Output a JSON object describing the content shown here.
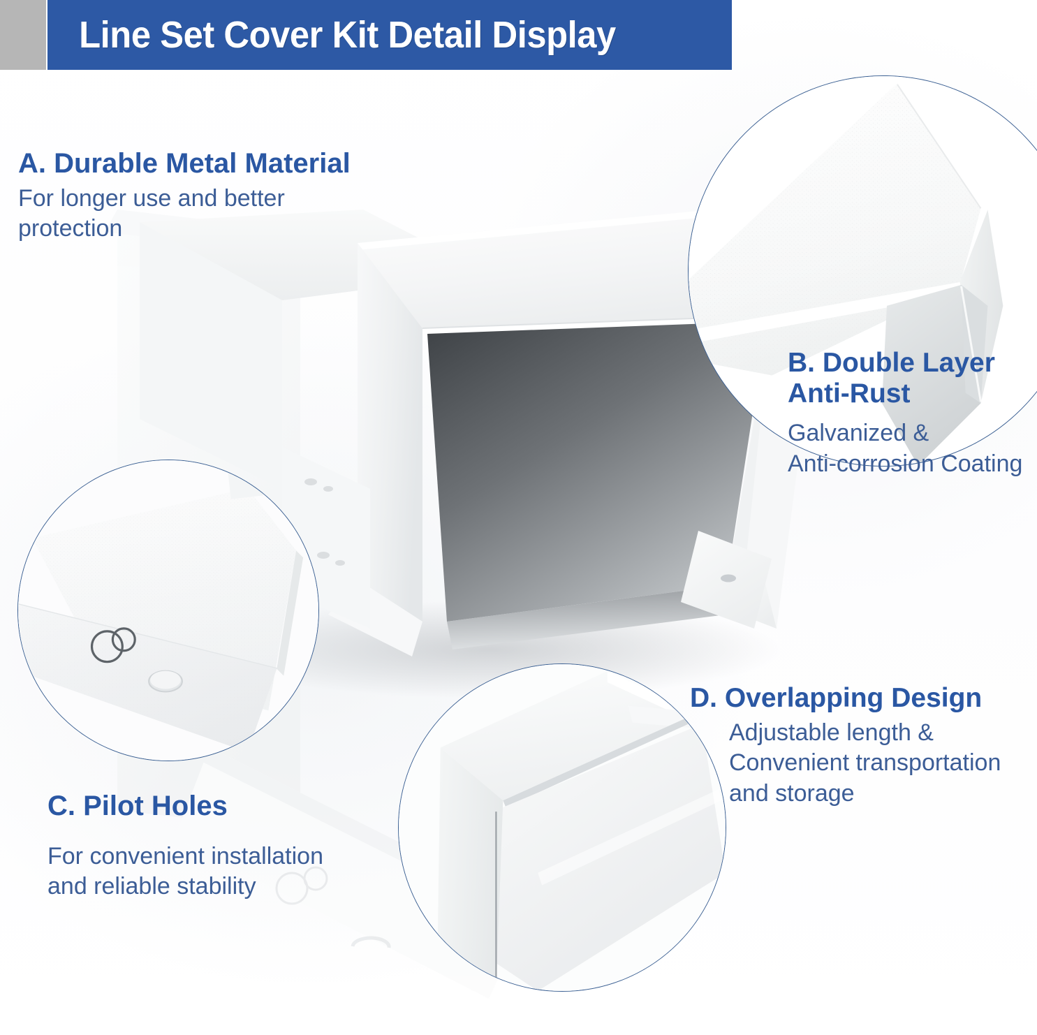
{
  "header": {
    "title": "Line Set Cover Kit Detail Display",
    "banner_color": "#2d59a5",
    "tab_color": "#b6b6b6",
    "title_color": "#ffffff"
  },
  "theme": {
    "heading_color": "#2a57a3",
    "body_color": "#3c5d96",
    "circle_outline_color": "#3a5f92",
    "product_color": "#ffffff"
  },
  "callouts": [
    {
      "key": "a",
      "heading": "A. Durable Metal Material",
      "body": "For longer use and better\nprotection",
      "icon": "durable-metal-icon"
    },
    {
      "key": "b",
      "heading": "B. Double Layer\nAnti-Rust",
      "body": "Galvanized &\nAnti-corrosion Coating",
      "icon": "anti-rust-icon"
    },
    {
      "key": "c",
      "heading": "C. Pilot Holes",
      "body": "For convenient installation\nand reliable stability",
      "icon": "pilot-holes-icon"
    },
    {
      "key": "d",
      "heading": "D. Overlapping Design",
      "body": "Adjustable length &\nConvenient transportation\nand storage",
      "icon": "overlapping-design-icon"
    }
  ],
  "magnifiers": [
    {
      "key": "b",
      "target": "double-layer-metal-edge"
    },
    {
      "key": "c",
      "target": "pilot-holes-on-flange"
    },
    {
      "key": "d",
      "target": "overlapping-seam-joint"
    }
  ],
  "product": {
    "name": "line-set-cover-duct",
    "description": "White galvanized metal line set cover channel shown in perspective with open end and mounting flanges"
  }
}
